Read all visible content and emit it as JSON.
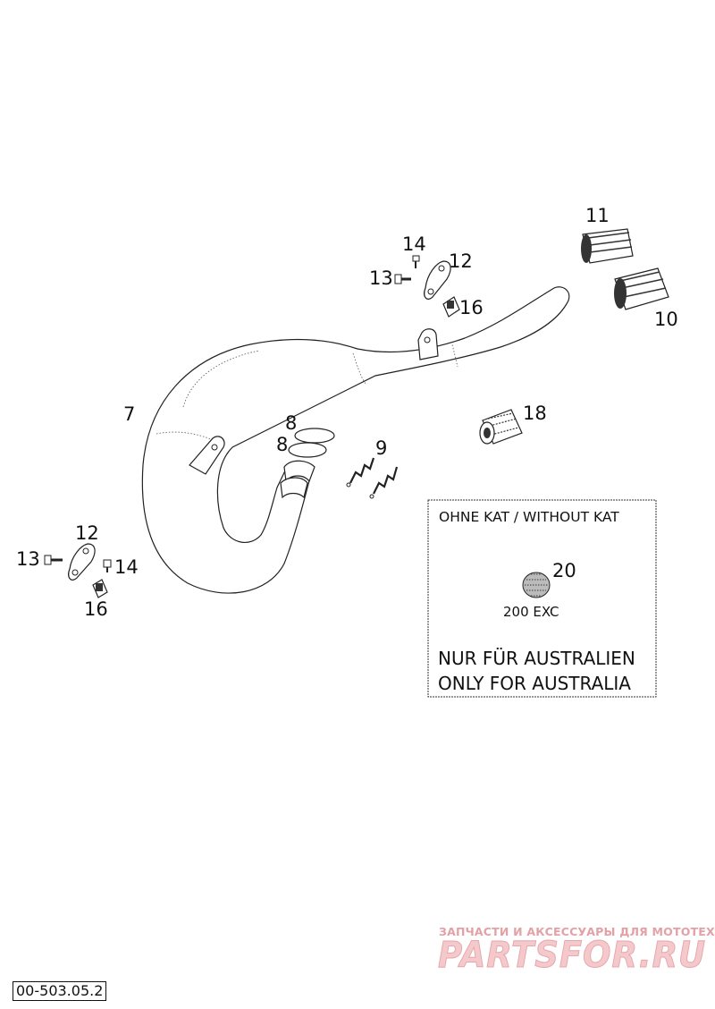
{
  "labels": {
    "p7": "7",
    "p8a": "8",
    "p8b": "8",
    "p9": "9",
    "p10": "10",
    "p11": "11",
    "p12_top": "12",
    "p13_top": "13",
    "p14_top": "14",
    "p16_top": "16",
    "p12_left": "12",
    "p13_left": "13",
    "p14_left": "14",
    "p16_left": "16",
    "p18": "18",
    "p20": "20"
  },
  "info_box": {
    "title": "OHNE KAT / WITHOUT KAT",
    "model": "200 EXC",
    "note_de": "NUR FÜR AUSTRALIEN",
    "note_en": "ONLY FOR AUSTRALIA"
  },
  "watermark": {
    "tagline": "ЗАПЧАСТИ И АКСЕССУАРЫ ДЛЯ МОТОТЕХНИКИ",
    "brand": "PARTSFOR.RU"
  },
  "reference_code": "00-503.05.2"
}
